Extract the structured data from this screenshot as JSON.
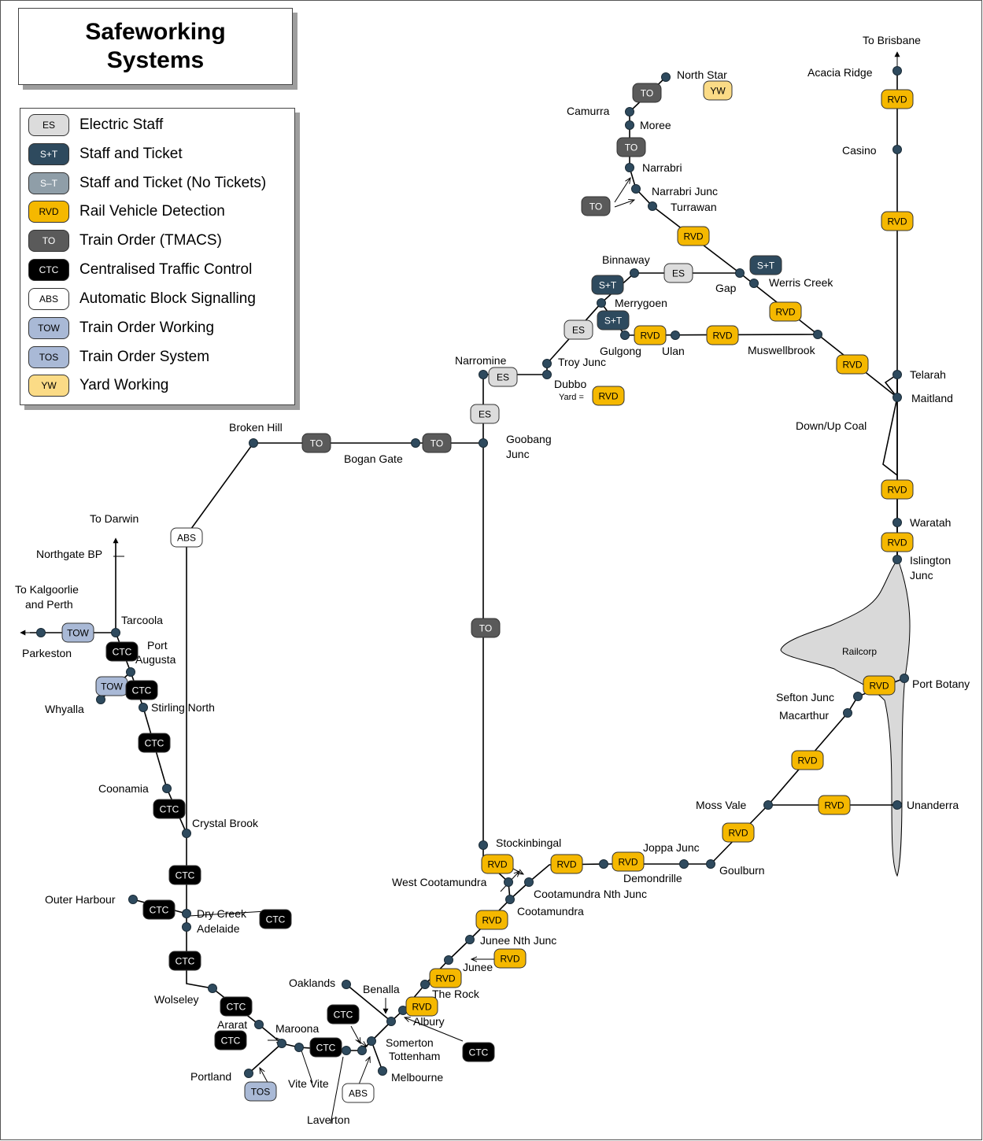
{
  "title": {
    "line1": "Safeworking",
    "line2": "Systems"
  },
  "legend": [
    {
      "code": "ES",
      "label": "Electric Staff",
      "fill": "#dcdcdc",
      "text": "#000000"
    },
    {
      "code": "S+T",
      "label": "Staff and Ticket",
      "fill": "#2e4a5e",
      "text": "#ffffff"
    },
    {
      "code": "S–T",
      "label": "Staff and Ticket (No Tickets)",
      "fill": "#8f9ea8",
      "text": "#ffffff"
    },
    {
      "code": "RVD",
      "label": "Rail Vehicle Detection",
      "fill": "#f5b800",
      "text": "#000000"
    },
    {
      "code": "TO",
      "label": "Train Order (TMACS)",
      "fill": "#5a5a5a",
      "text": "#ffffff"
    },
    {
      "code": "CTC",
      "label": "Centralised Traffic Control",
      "fill": "#000000",
      "text": "#ffffff"
    },
    {
      "code": "ABS",
      "label": "Automatic Block Signalling",
      "fill": "#ffffff",
      "text": "#000000"
    },
    {
      "code": "TOW",
      "label": "Train Order Working",
      "fill": "#a9b9d6",
      "text": "#000000"
    },
    {
      "code": "TOS",
      "label": "Train Order System",
      "fill": "#a9b9d6",
      "text": "#000000"
    },
    {
      "code": "YW",
      "label": "Yard Working",
      "fill": "#fbdb86",
      "text": "#000000"
    }
  ],
  "map": {
    "region_label": "Railcorp",
    "stations": [
      "To Brisbane",
      "Acacia Ridge",
      "Casino",
      "North Star",
      "Camurra",
      "Moree",
      "Narrabri",
      "Narrabri Junc",
      "Turrawan",
      "Binnaway",
      "Gap",
      "Werris Creek",
      "Merrygoen",
      "Gulgong",
      "Ulan",
      "Muswellbrook",
      "Telarah",
      "Maitland",
      "Down/Up Coal",
      "Narromine",
      "Troy Junc",
      "Dubbo",
      "Yard =",
      "Goobang",
      "Junc",
      "Broken Hill",
      "Bogan Gate",
      "To Darwin",
      "Northgate BP",
      "To Kalgoorlie",
      "and Perth",
      "Tarcoola",
      "Parkeston",
      "Port",
      "Augusta",
      "Whyalla",
      "Stirling North",
      "Coonamia",
      "Crystal Brook",
      "Outer Harbour",
      "Dry Creek",
      "Adelaide",
      "Wolseley",
      "Ararat",
      "Maroona",
      "Portland",
      "Vite Vite",
      "Laverton",
      "Oaklands",
      "Benalla",
      "Albury",
      "Somerton",
      "Tottenham",
      "Melbourne",
      "The Rock",
      "Junee",
      "Junee Nth Junc",
      "Cootamundra",
      "Cootamundra Nth Junc",
      "West Cootamundra",
      "Stockinbingal",
      "Joppa Junc",
      "Demondrille",
      "Goulburn",
      "Moss Vale",
      "Unanderra",
      "Macarthur",
      "Sefton Junc",
      "Port Botany",
      "Waratah",
      "Islington",
      "Junc"
    ],
    "badge_codes": {
      "ES": "ES",
      "ST": "S+T",
      "RVD": "RVD",
      "TO": "TO",
      "CTC": "CTC",
      "ABS": "ABS",
      "TOW": "TOW",
      "TOS": "TOS",
      "YW": "YW"
    }
  }
}
